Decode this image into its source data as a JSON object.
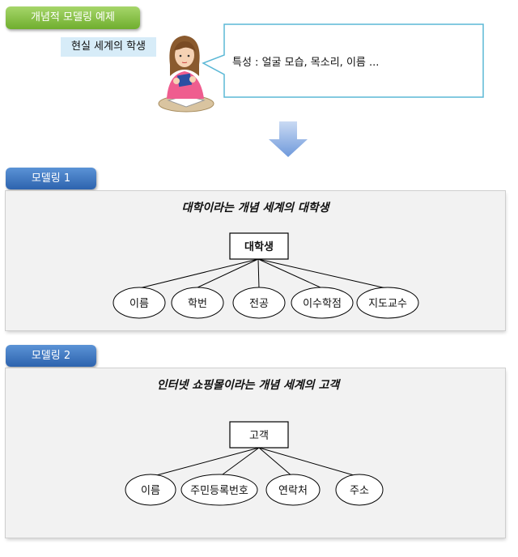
{
  "header": {
    "example_title": "개념적 모델링 예제",
    "real_world_label": "현실 세계의 학생",
    "callout_text": "특성 : 얼굴 모습, 목소리, 이름 ..."
  },
  "model1": {
    "tab_label": "모델링 1",
    "title": "대학이라는 개념 세계의 대학생",
    "entity": "대학생",
    "attributes": [
      "이름",
      "학번",
      "전공",
      "이수학점",
      "지도교수"
    ]
  },
  "model2": {
    "tab_label": "모델링 2",
    "title": "인터넷 쇼핑몰이라는 개념 세계의 고객",
    "entity": "고객",
    "attributes": [
      "이름",
      "주민등록번호",
      "연락처",
      "주소"
    ]
  },
  "colors": {
    "green_pill": "#7cb83a",
    "blue_pill": "#3a72bd",
    "callout_border": "#5bb8d6",
    "label_bg": "#d7ecf8",
    "panel_bg": "#f2f2f2",
    "arrow": "#7aa3e0"
  }
}
